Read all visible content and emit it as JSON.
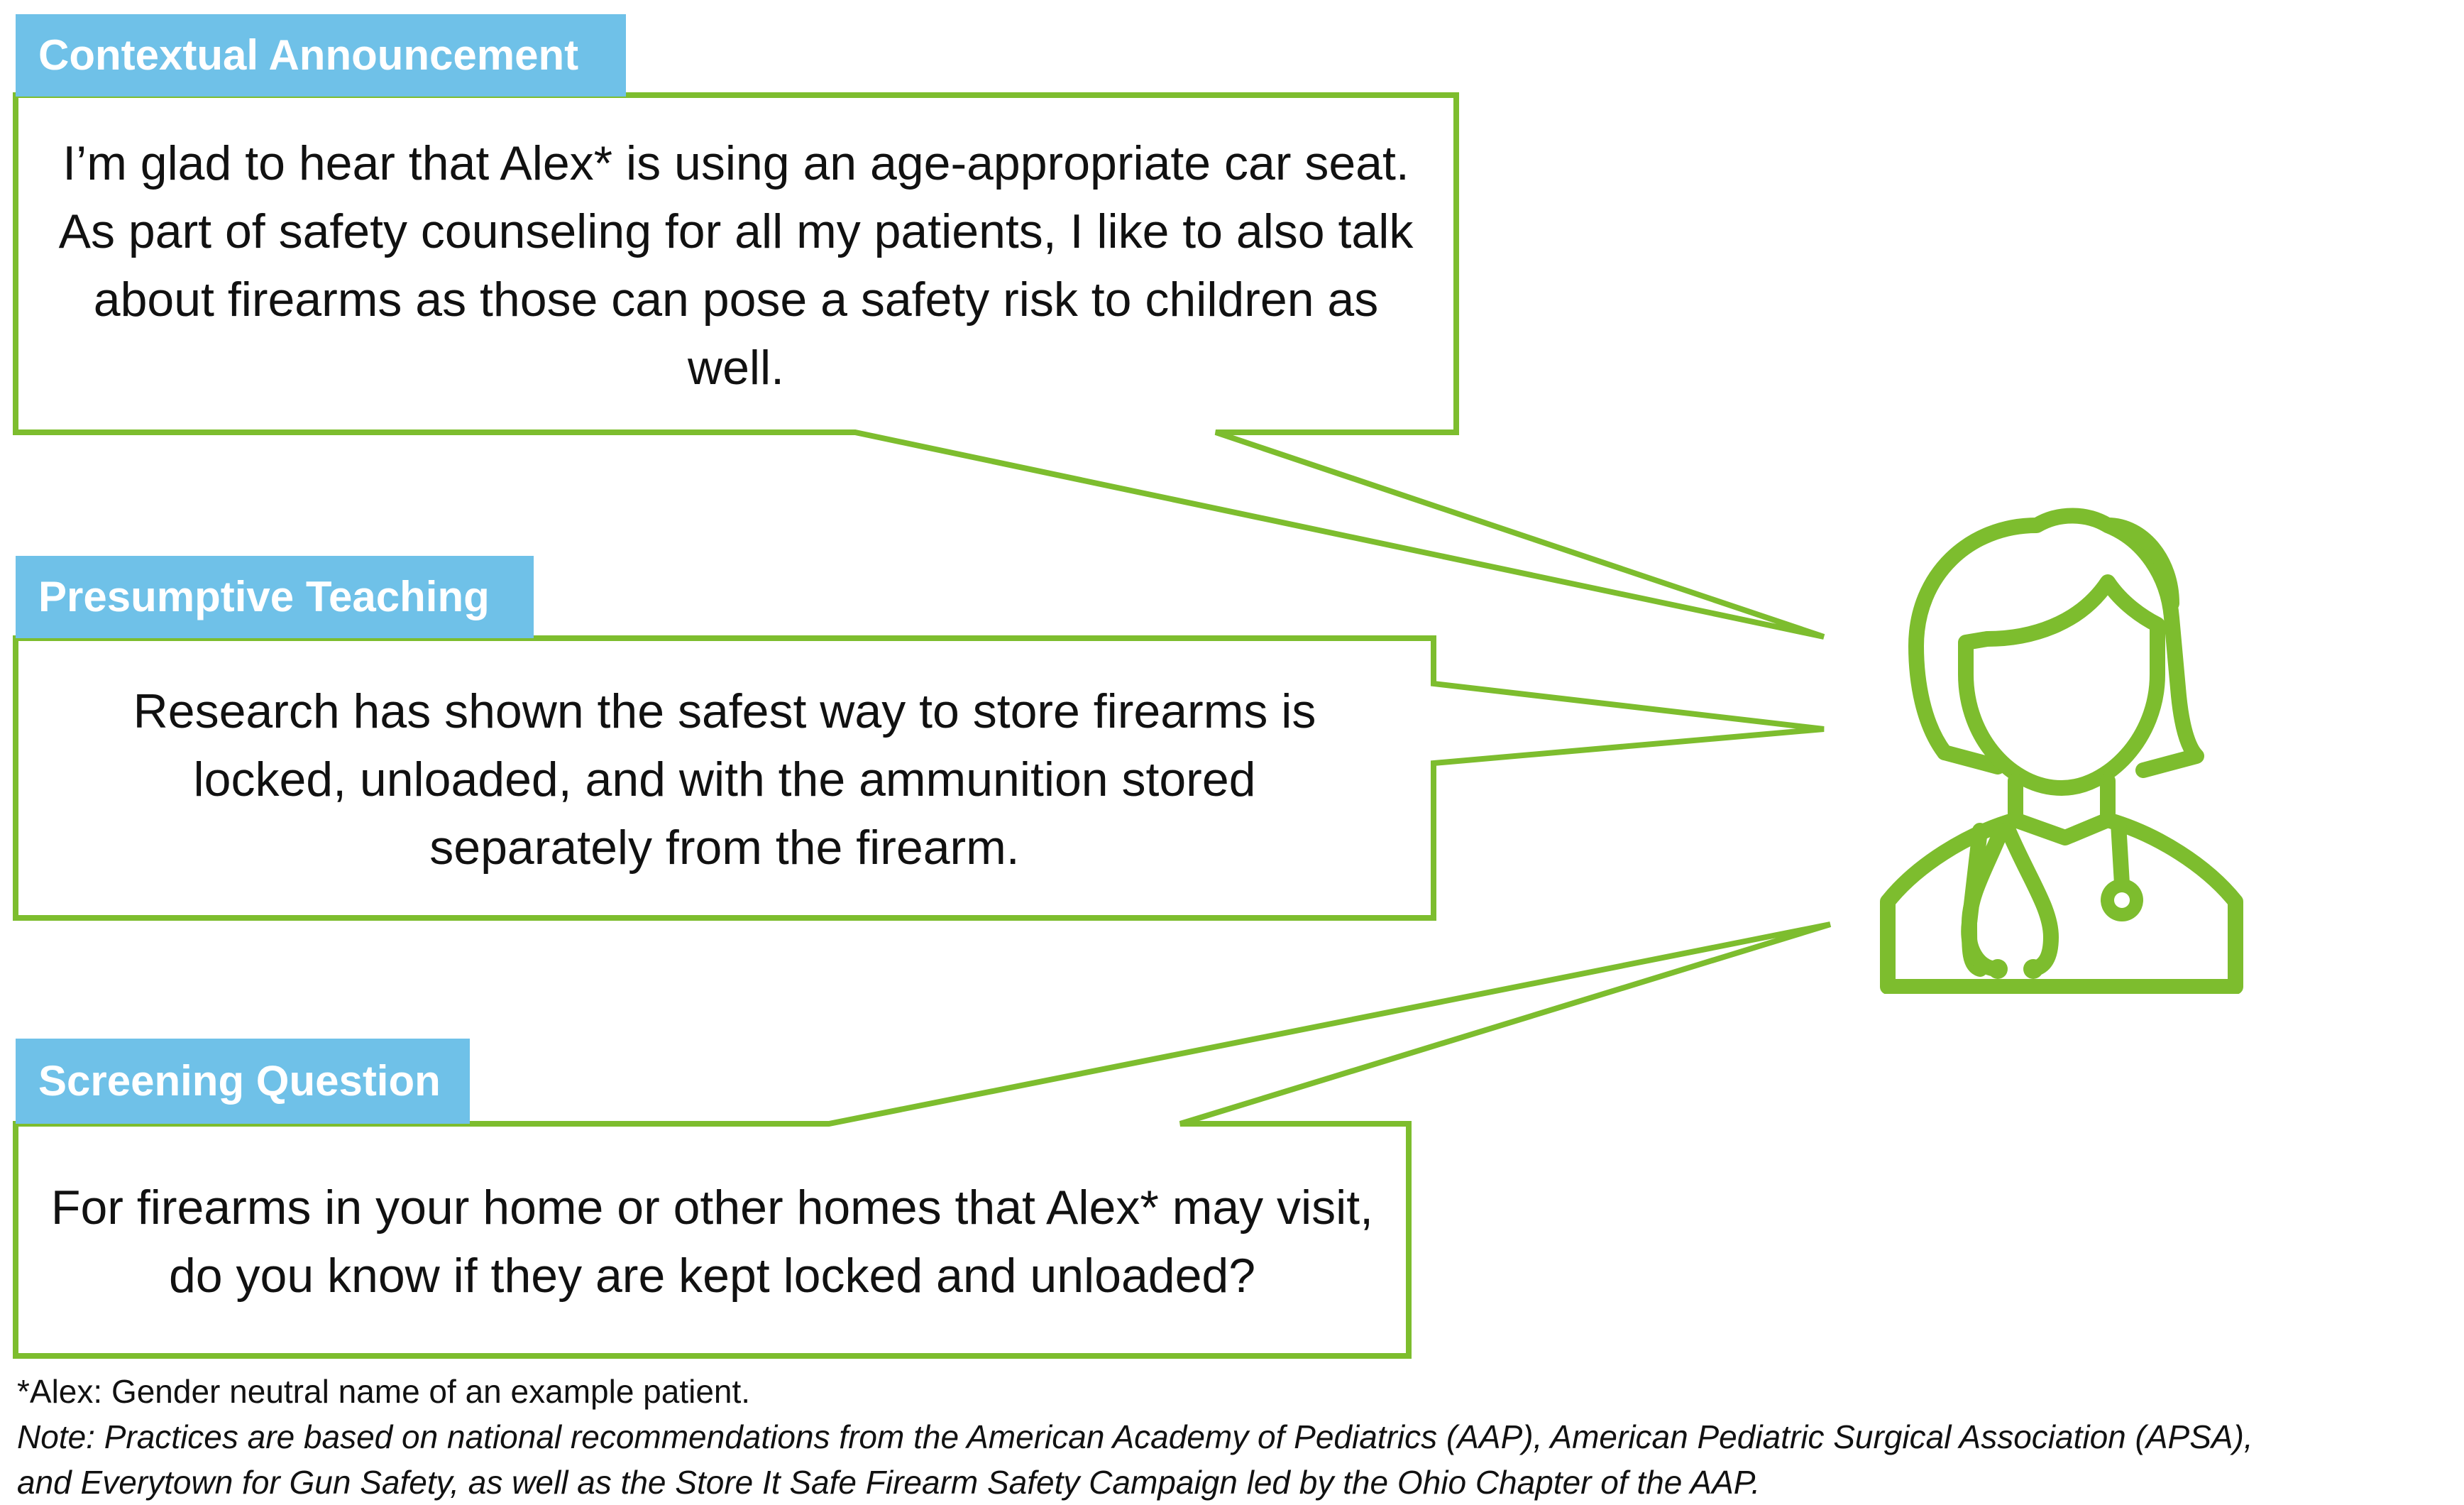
{
  "sections": [
    {
      "tag": "Contextual Announcement",
      "text": "I’m glad to hear that Alex* is using an age-appropriate car seat. As part of safety counseling for all my patients, I like to also talk about firearms as those can pose a safety risk to children as well."
    },
    {
      "tag": "Presumptive Teaching",
      "text": "Research has shown the safest way to store firearms is locked, unloaded, and with the ammunition stored separately from the firearm."
    },
    {
      "tag": "Screening Question",
      "text": "For firearms in your home or other homes that Alex* may visit, do you know if they are kept locked and unloaded?"
    }
  ],
  "footnote": "*Alex: Gender neutral name of an example patient.",
  "note_line1": "Note: Practices are based on national recommendations from the American Academy of Pediatrics (AAP), American Pediatric Surgical Association (APSA),",
  "note_line2": "and Everytown for Gun Safety, as well as the Store It Safe Firearm Safety Campaign led by the Ohio Chapter of the AAP.",
  "colors": {
    "bubble_border": "#7dbd2e",
    "tag_bg": "#6fc1e8",
    "icon": "#7dbd2e"
  },
  "icon": "doctor-with-stethoscope-icon"
}
